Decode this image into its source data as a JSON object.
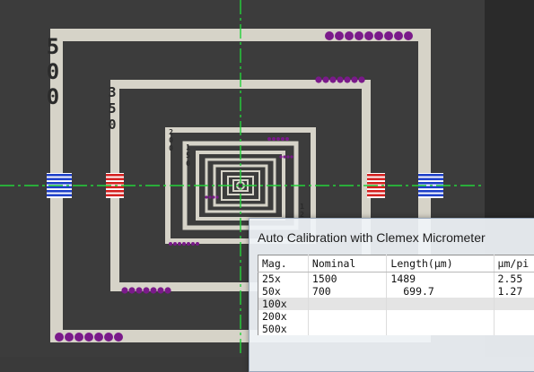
{
  "micrometer": {
    "scale_labels": [
      "500",
      "350",
      "200",
      "150",
      "12"
    ]
  },
  "dialog": {
    "title": "Auto Calibration with Clemex Micrometer",
    "columns": [
      "Mag.",
      "Nominal",
      "Length(µm)",
      "µm/pi"
    ],
    "rows": [
      {
        "mag": "25x",
        "nominal": "1500",
        "length": "1489",
        "um_per_px": "2.55"
      },
      {
        "mag": "50x",
        "nominal": "700",
        "length": "  699.7",
        "um_per_px": "1.27"
      },
      {
        "mag": "100x",
        "nominal": "",
        "length": "",
        "um_per_px": ""
      },
      {
        "mag": "200x",
        "nominal": "",
        "length": "",
        "um_per_px": ""
      },
      {
        "mag": "500x",
        "nominal": "",
        "length": "",
        "um_per_px": ""
      }
    ]
  },
  "colors": {
    "background": "#3a3a3a",
    "frame": "#d6d3c8",
    "crosshair": "#23d23a",
    "dot_purple": "#7a1a8a",
    "bar_blue": "#1e3fc8",
    "bar_red": "#d42020",
    "dialog_bg": "#f0f4f9"
  }
}
